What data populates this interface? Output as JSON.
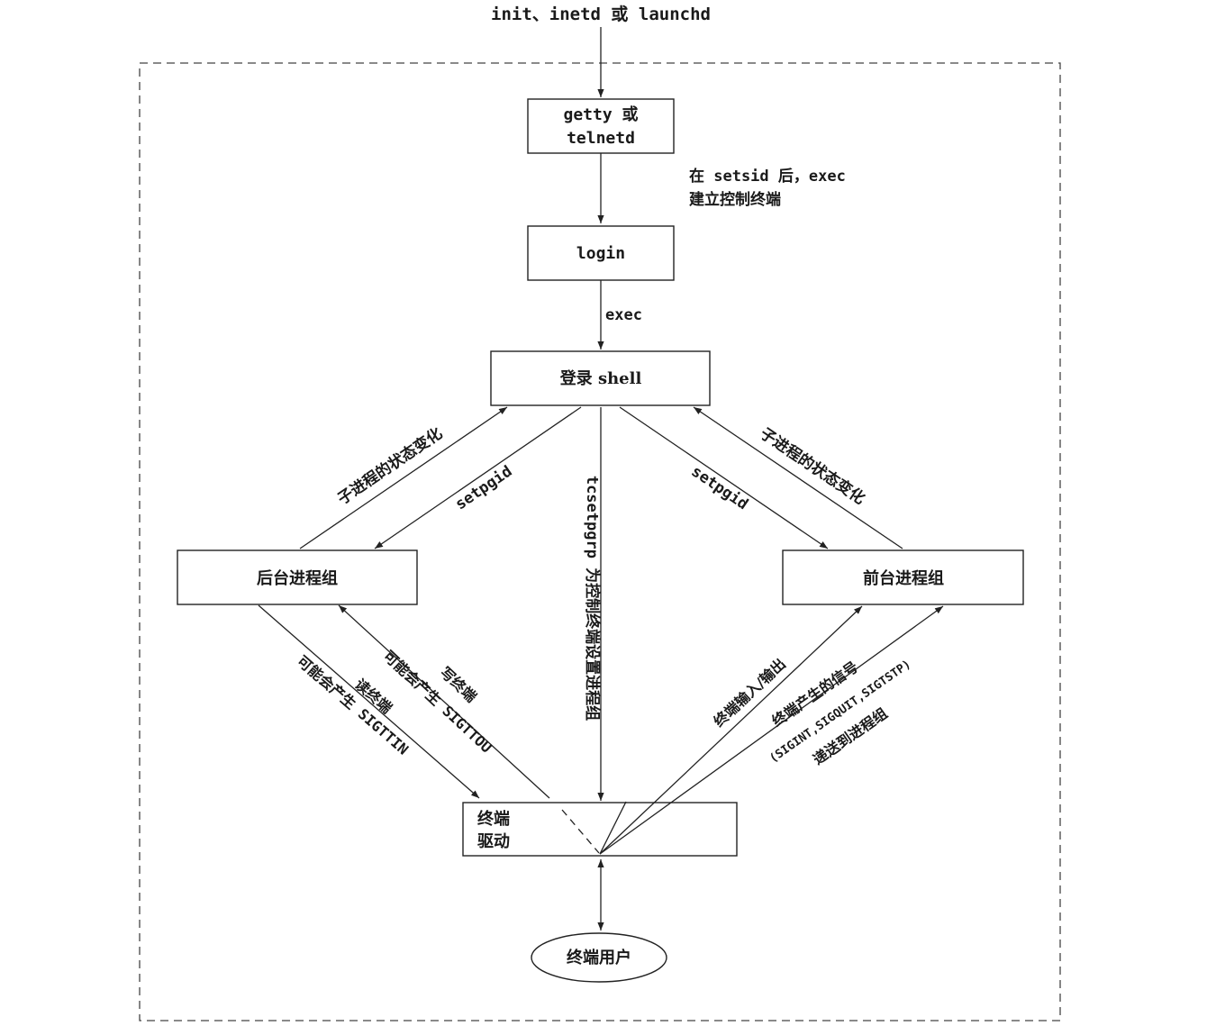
{
  "top_label": "init、inetd 或 launchd",
  "nodes": {
    "getty": {
      "line1": "getty 或",
      "line2": "telnetd"
    },
    "login": {
      "label": "login"
    },
    "shell": {
      "label": "登录 shell"
    },
    "background": {
      "label": "后台进程组"
    },
    "foreground": {
      "label": "前台进程组"
    },
    "driver": {
      "line1": "终端",
      "line2": "驱动"
    },
    "user": {
      "label": "终端用户"
    }
  },
  "edges": {
    "getty_to_login": {
      "line1": "在 setsid 后，exec",
      "line2": "建立控制终端"
    },
    "login_to_shell": {
      "label": "exec"
    },
    "bg_status_change": {
      "label": "子进程的状态变化"
    },
    "fg_status_change": {
      "label": "子进程的状态变化"
    },
    "setpgid_left": {
      "label": "setpgid"
    },
    "setpgid_right": {
      "label": "setpgid"
    },
    "tcsetpgrp": {
      "label": "tcsetpgrp 为控制终端设置进程组"
    },
    "write_terminal": {
      "line1": "写终端",
      "line2": "可能会产生 SIGTTOU"
    },
    "read_terminal": {
      "line1": "读终端",
      "line2": "可能会产生 SIGTTIN"
    },
    "terminal_io": {
      "label": "终端输入/输出"
    },
    "terminal_signals": {
      "line1": "终端产生的信号",
      "line2": "(SIGINT,SIGQUIT,SIGTSTP)",
      "line3": "递送到进程组"
    }
  },
  "colors": {
    "stroke": "#222222",
    "background": "#ffffff"
  }
}
